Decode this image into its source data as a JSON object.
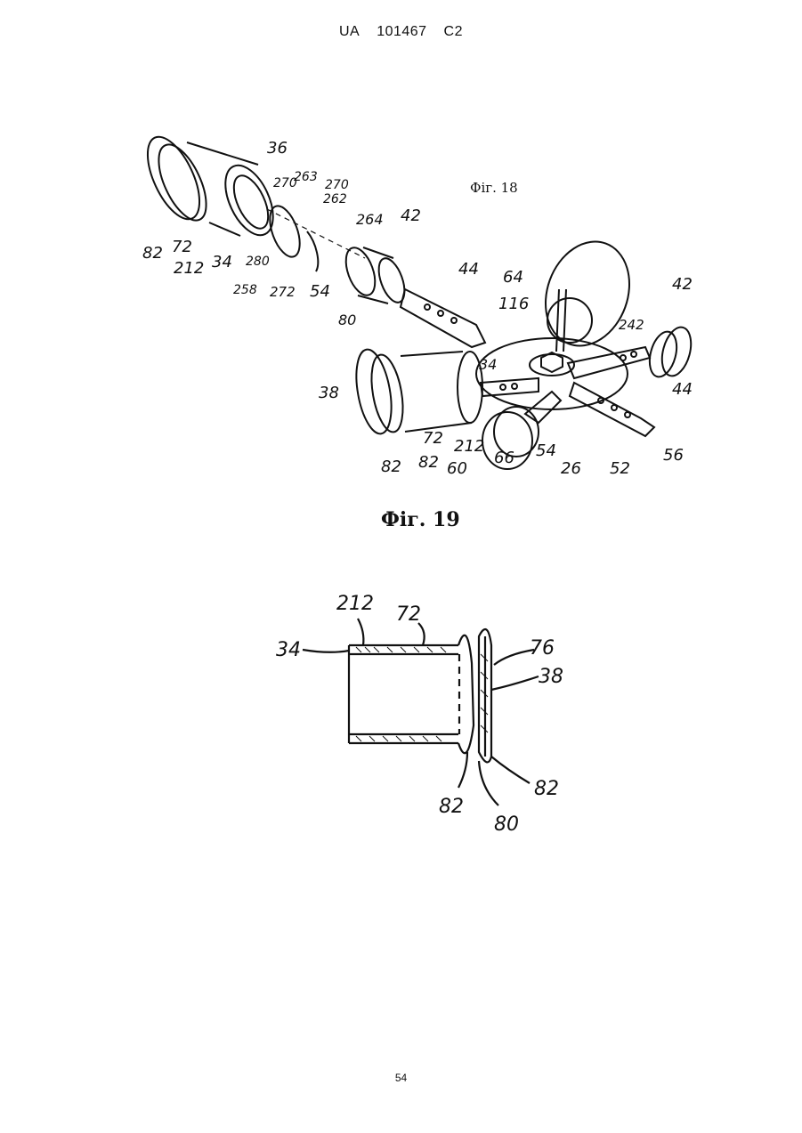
{
  "header": {
    "country": "UA",
    "number": "101467",
    "kind": "C2"
  },
  "figures": {
    "fig18_caption": "Фіг. 18",
    "fig19_caption": "Фіг. 19",
    "fig18_labels": [
      "36",
      "263",
      "270",
      "270",
      "262",
      "264",
      "42",
      "44",
      "64",
      "116",
      "42",
      "242",
      "82",
      "72",
      "212",
      "34",
      "280",
      "258",
      "272",
      "54",
      "80",
      "34",
      "38",
      "72",
      "212",
      "82",
      "82",
      "60",
      "66",
      "54",
      "26",
      "52",
      "56",
      "44"
    ],
    "fig20_labels": [
      "212",
      "72",
      "34",
      "76",
      "38",
      "82",
      "82",
      "80"
    ]
  },
  "footer": {
    "page_number": "54"
  }
}
